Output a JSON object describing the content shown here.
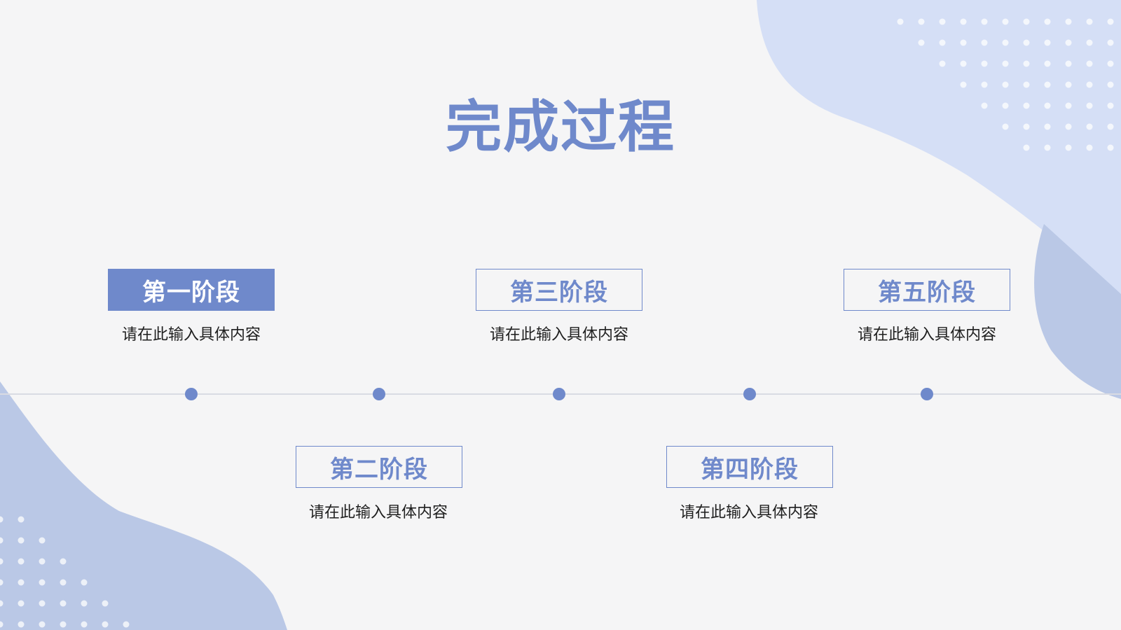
{
  "title": "完成过程",
  "colors": {
    "accent": "#6f89cb",
    "blob_light": "#d5dff6",
    "blob_mid": "#bac8e6",
    "background": "#f5f5f6"
  },
  "stages": [
    {
      "label": "第一阶段",
      "desc": "请在此输入具体内容",
      "style": "filled",
      "position": "above"
    },
    {
      "label": "第二阶段",
      "desc": "请在此输入具体内容",
      "style": "outline",
      "position": "below"
    },
    {
      "label": "第三阶段",
      "desc": "请在此输入具体内容",
      "style": "outline",
      "position": "above"
    },
    {
      "label": "第四阶段",
      "desc": "请在此输入具体内容",
      "style": "outline",
      "position": "below"
    },
    {
      "label": "第五阶段",
      "desc": "请在此输入具体内容",
      "style": "outline",
      "position": "above"
    }
  ]
}
